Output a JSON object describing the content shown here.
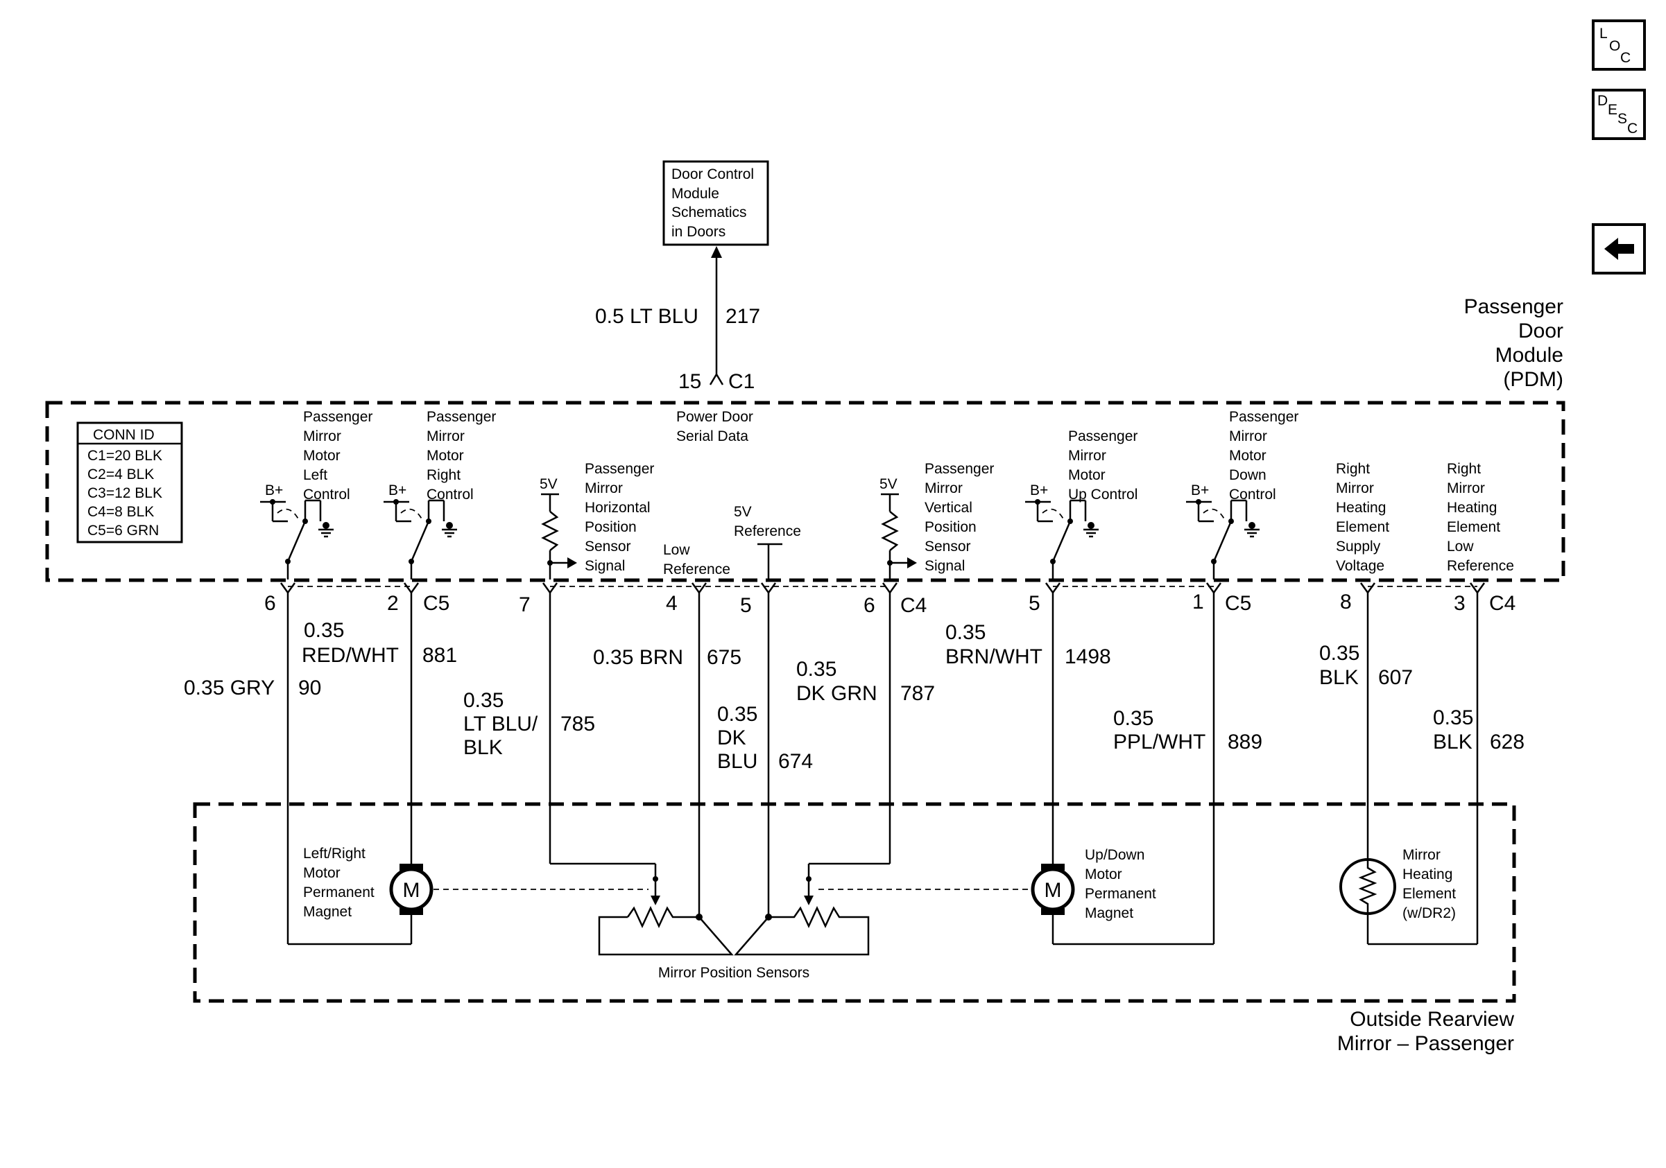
{
  "nav": {
    "loc": {
      "l1": "L",
      "l2": "O",
      "l3": "C"
    },
    "desc": {
      "l1": "D",
      "l2": "E",
      "l3": "S",
      "l4": "C"
    }
  },
  "dcm": {
    "line1": "Door Control",
    "line2": "Module",
    "line3": "Schematics",
    "line4": "in Doors"
  },
  "top_wire": {
    "gauge": "0.5 LT BLU",
    "circuit": "217",
    "pin": "15",
    "conn": "C1"
  },
  "pdm": {
    "line1": "Passenger",
    "line2": "Door",
    "line3": "Module",
    "line4": "(PDM)"
  },
  "conn_id": {
    "title": "CONN ID",
    "rows": [
      "C1=20 BLK",
      "C2=4 BLK",
      "C3=12 BLK",
      "C4=8 BLK",
      "C5=6 GRN"
    ]
  },
  "serial": {
    "line1": "Power Door",
    "line2": "Serial Data"
  },
  "bplus": "B+",
  "five_v": "5V",
  "switches": {
    "left": [
      "Passenger",
      "Mirror",
      "Motor",
      "Left",
      "Control"
    ],
    "right": [
      "Passenger",
      "Mirror",
      "Motor",
      "Right",
      "Control"
    ],
    "up": [
      "Passenger",
      "Mirror",
      "Motor",
      "Up Control"
    ],
    "down": [
      "Passenger",
      "Mirror",
      "Motor",
      "Down",
      "Control"
    ]
  },
  "sensors": {
    "horizontal": [
      "Passenger",
      "Mirror",
      "Horizontal",
      "Position",
      "Sensor",
      "Signal"
    ],
    "vertical": [
      "Passenger",
      "Mirror",
      "Vertical",
      "Position",
      "Sensor",
      "Signal"
    ],
    "low_ref": [
      "Low",
      "Reference"
    ],
    "ref_5v": [
      "5V",
      "Reference"
    ]
  },
  "heater": {
    "supply": [
      "Right",
      "Mirror",
      "Heating",
      "Element",
      "Supply",
      "Voltage"
    ],
    "low": [
      "Right",
      "Mirror",
      "Heating",
      "Element",
      "Low",
      "Reference"
    ]
  },
  "pins": {
    "p6": "6",
    "p2": "2",
    "c5a": "C5",
    "p7": "7",
    "p4": "4",
    "p5a": "5",
    "p6b": "6",
    "c4a": "C4",
    "p5b": "5",
    "p1": "1",
    "c5b": "C5",
    "p8": "8",
    "p3": "3",
    "c4b": "C4"
  },
  "wires": {
    "gry": {
      "gauge": "0.35 GRY",
      "circuit": "90"
    },
    "redwht": {
      "size": "0.35",
      "color": "RED/WHT",
      "circuit": "881"
    },
    "ltblu": {
      "size": "0.35",
      "color1": "LT BLU/",
      "color2": "BLK",
      "circuit": "785"
    },
    "brn": {
      "gauge": "0.35 BRN",
      "circuit": "675"
    },
    "dkblu": {
      "size": "0.35",
      "color1": "DK",
      "color2": "BLU",
      "circuit": "674"
    },
    "dkgrn": {
      "size": "0.35",
      "color": "DK GRN",
      "circuit": "787"
    },
    "brnwht": {
      "size": "0.35",
      "color": "BRN/WHT",
      "circuit": "1498"
    },
    "pplwht": {
      "size": "0.35",
      "color": "PPL/WHT",
      "circuit": "889"
    },
    "blk607": {
      "size": "0.35",
      "color": "BLK",
      "circuit": "607"
    },
    "blk628": {
      "size": "0.35",
      "color": "BLK",
      "circuit": "628"
    }
  },
  "components": {
    "lr_motor": [
      "Left/Right",
      "Motor",
      "Permanent",
      "Magnet"
    ],
    "ud_motor": [
      "Up/Down",
      "Motor",
      "Permanent",
      "Magnet"
    ],
    "motor_symbol": "M",
    "heater_el": [
      "Mirror",
      "Heating",
      "Element",
      "(w/DR2)"
    ],
    "sensors_label": "Mirror Position Sensors"
  },
  "mirror": {
    "line1": "Outside Rearview",
    "line2": "Mirror – Passenger"
  }
}
